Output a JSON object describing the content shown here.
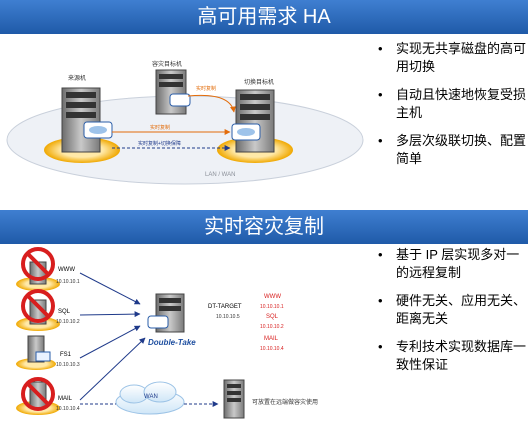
{
  "section1": {
    "title": "高可用需求 HA",
    "diagram": {
      "source_label": "来源机",
      "standby_label": "容灾目标机",
      "failover_label": "切换目标机",
      "link_top": "实时复制",
      "link_mid": "实时复制",
      "link_bottom": "实时复制+切换保障",
      "network_label": "LAN / WAN"
    },
    "bullets": [
      "实现无共享磁盘的高可用切换",
      "自动且快速地恢复受损主机",
      "多层次级联切换、配置简单"
    ]
  },
  "section2": {
    "title": "实时容灾复制",
    "diagram": {
      "servers": [
        {
          "name": "WWW",
          "ip": "10.10.10.1"
        },
        {
          "name": "SQL",
          "ip": "10.10.10.2"
        },
        {
          "name": "FS1",
          "ip": "10.10.10.3"
        },
        {
          "name": "MAIL",
          "ip": "10.10.10.4"
        }
      ],
      "target_name": "DT-TARGET",
      "target_ip": "10.10.10.5",
      "replicas": [
        {
          "name": "WWW",
          "ip": "10.10.10.1"
        },
        {
          "name": "SQL",
          "ip": "10.10.10.2"
        },
        {
          "name": "MAIL",
          "ip": "10.10.10.4"
        }
      ],
      "logo": "Double-Take",
      "wan_label": "WAN",
      "remote_note": "可放置在远端做容灾使用"
    },
    "bullets": [
      "基于 IP 层实现多对一的远程复制",
      "硬件无关、应用无关、距离无关",
      "专利技术实现数据库一致性保证"
    ]
  },
  "colors": {
    "banner": "#2a68bb",
    "accent": "#e36c0a",
    "prohibit": "#d81e1e",
    "ring": "#f0a800"
  }
}
